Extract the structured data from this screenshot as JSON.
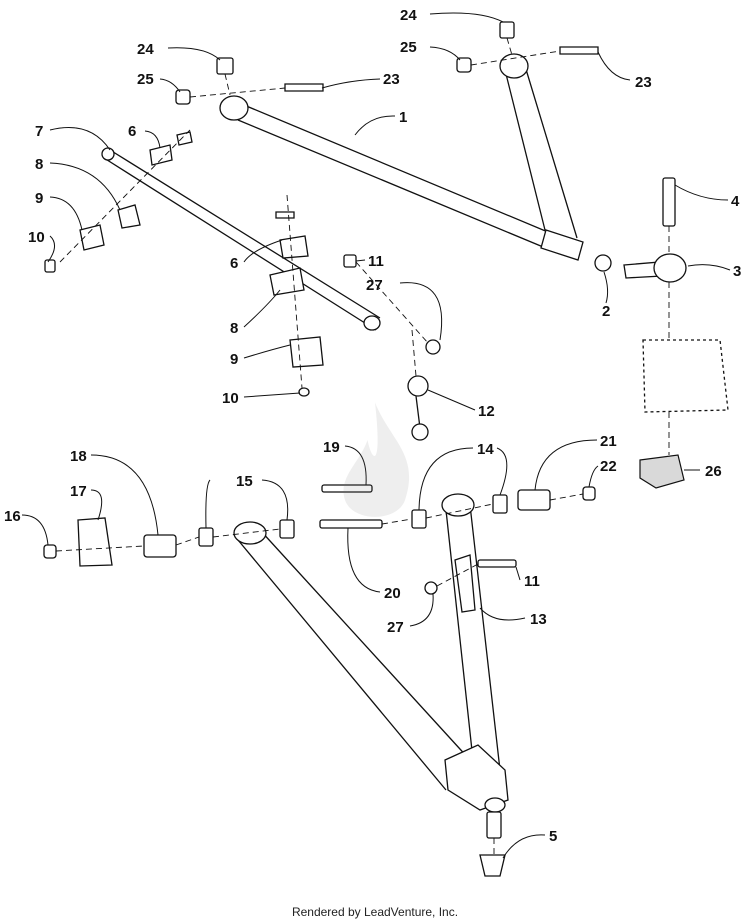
{
  "credit": "Rendered by LeadVenture, Inc.",
  "watermark_icon": "flame-logo-icon",
  "callouts": [
    {
      "id": "c1",
      "text": "24"
    },
    {
      "id": "c2",
      "text": "25"
    },
    {
      "id": "c3",
      "text": "23"
    },
    {
      "id": "c4",
      "text": "24"
    },
    {
      "id": "c5",
      "text": "25"
    },
    {
      "id": "c6",
      "text": "23"
    },
    {
      "id": "c7",
      "text": "1"
    },
    {
      "id": "c8",
      "text": "7"
    },
    {
      "id": "c9",
      "text": "6"
    },
    {
      "id": "c10",
      "text": "8"
    },
    {
      "id": "c11",
      "text": "9"
    },
    {
      "id": "c12",
      "text": "10"
    },
    {
      "id": "c13",
      "text": "4"
    },
    {
      "id": "c14",
      "text": "3"
    },
    {
      "id": "c15",
      "text": "2"
    },
    {
      "id": "c16",
      "text": "11"
    },
    {
      "id": "c17",
      "text": "27"
    },
    {
      "id": "c18",
      "text": "6"
    },
    {
      "id": "c19",
      "text": "8"
    },
    {
      "id": "c20",
      "text": "9"
    },
    {
      "id": "c21",
      "text": "10"
    },
    {
      "id": "c22",
      "text": "12"
    },
    {
      "id": "c23",
      "text": "18"
    },
    {
      "id": "c24",
      "text": "17"
    },
    {
      "id": "c25",
      "text": "16"
    },
    {
      "id": "c26",
      "text": "15"
    },
    {
      "id": "c27",
      "text": "19"
    },
    {
      "id": "c28",
      "text": "14"
    },
    {
      "id": "c29",
      "text": "21"
    },
    {
      "id": "c30",
      "text": "22"
    },
    {
      "id": "c31",
      "text": "26"
    },
    {
      "id": "c32",
      "text": "20"
    },
    {
      "id": "c33",
      "text": "11"
    },
    {
      "id": "c34",
      "text": "13"
    },
    {
      "id": "c35",
      "text": "27"
    },
    {
      "id": "c36",
      "text": "5"
    }
  ]
}
